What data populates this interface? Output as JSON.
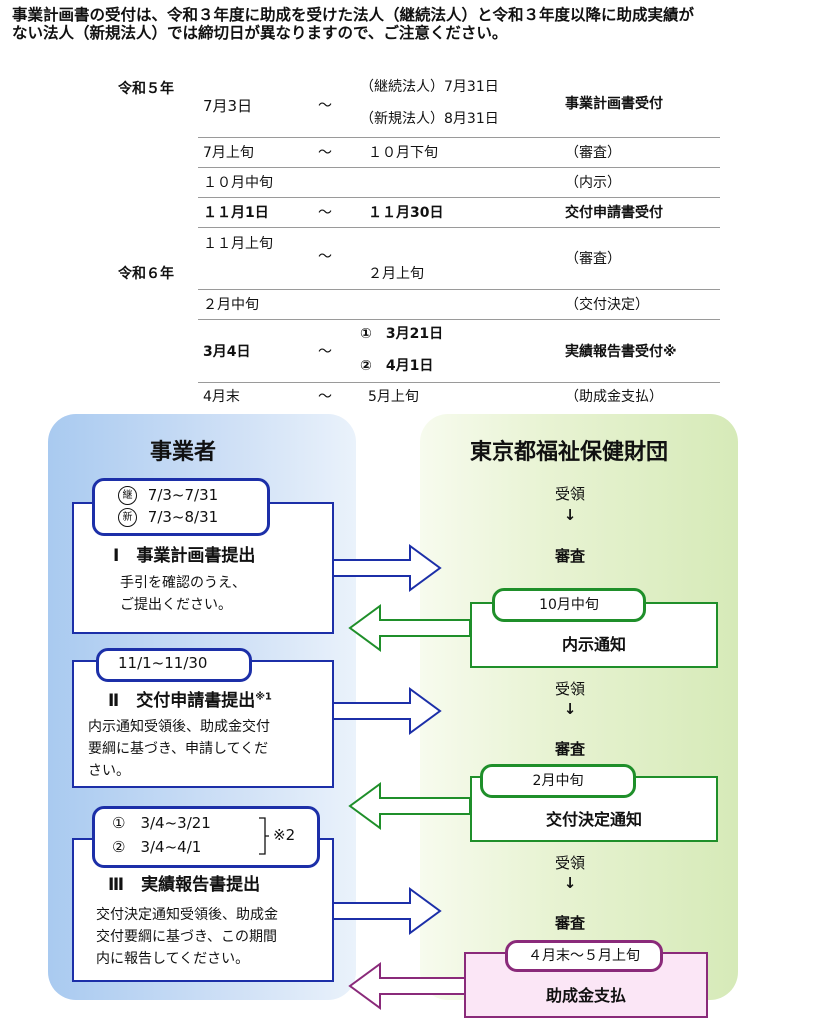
{
  "intro": {
    "line1": "事業計画書の受付は、令和３年度に助成を受けた法人（継続法人）と令和３年度以降に助成実績が",
    "line2": "ない法人（新規法人）では締切日が異なりますので、ご注意ください。"
  },
  "schedule": {
    "year1": "令和５年",
    "year2": "令和６年",
    "rows": [
      {
        "start": "7月3日",
        "tilde": "～",
        "end_a": "（継続法人）7月31日",
        "end_b": "（新規法人）8月31日",
        "desc": "事業計画書受付"
      },
      {
        "start": "7月上旬",
        "tilde": "～",
        "end": "１０月下旬",
        "desc": "（審査）"
      },
      {
        "start": "１０月中旬",
        "desc": "（内示）"
      },
      {
        "start": "１１月1日",
        "tilde": "～",
        "end": "１１月30日",
        "desc": "交付申請書受付"
      },
      {
        "start": "１１月上旬",
        "tilde": "～",
        "end": "２月上旬",
        "desc": "（審査）"
      },
      {
        "start": "２月中旬",
        "desc": "（交付決定）"
      },
      {
        "start": "3月4日",
        "tilde": "～",
        "end_a": "①　3月21日",
        "end_b": "②　4月1日",
        "desc": "実績報告書受付※"
      },
      {
        "start": "4月末",
        "tilde": "～",
        "end": "5月上旬",
        "desc": "（助成金支払）"
      }
    ]
  },
  "flow": {
    "left_title": "事業者",
    "right_title": "東京都福祉保健財団",
    "step1": {
      "date_a_mark": "継",
      "date_a": "7/3~7/31",
      "date_b_mark": "新",
      "date_b": "7/3~8/31",
      "title": "Ⅰ　事業計画書提出",
      "note1": "手引を確認のうえ、",
      "note2": "ご提出ください。"
    },
    "step2": {
      "date": "11/1~11/30",
      "title": "Ⅱ　交付申請書提出",
      "sup": "※1",
      "note1": "内示通知受領後、助成金交付",
      "note2": "要綱に基づき、申請してくだ",
      "note3": "さい。"
    },
    "step3": {
      "date_a": "①　3/4~3/21",
      "date_b": "②　3/4~4/1",
      "ref": "※2",
      "title": "Ⅲ　実績報告書提出",
      "note1": "交付決定通知受領後、助成金",
      "note2": "交付要綱に基づき、この期間",
      "note3": "内に報告してください。"
    },
    "receive": "受領",
    "down": "↓",
    "review": "審査",
    "naiji_date": "10月中旬",
    "naiji": "内示通知",
    "kettei_date": "2月中旬",
    "kettei": "交付決定通知",
    "pay_date": "４月末～５月上旬",
    "pay": "助成金支払"
  }
}
